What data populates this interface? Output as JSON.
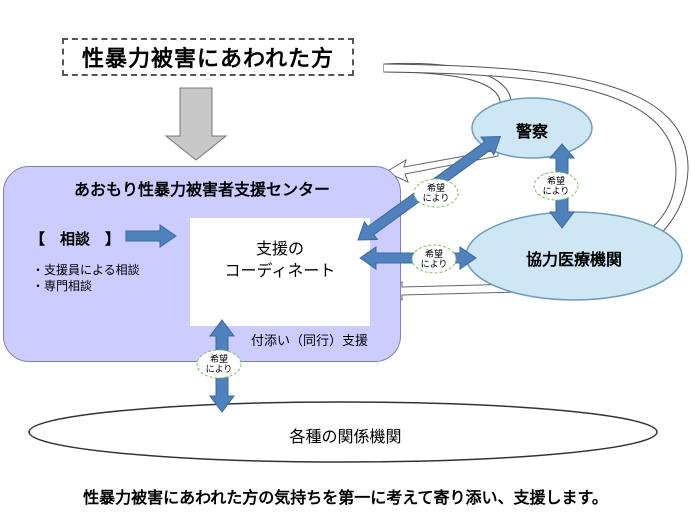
{
  "victim": {
    "label": "性暴力被害にあわれた方"
  },
  "center": {
    "title": "あおもり性暴力被害者支援センター",
    "consult_label": "【　相談　】",
    "consult_items": [
      "・支援員による相談",
      "・専門相談"
    ],
    "coordinate_line1": "支援の",
    "coordinate_line2": "コーディネート",
    "escort_label": "付添い（同行）支援"
  },
  "police": {
    "label": "警察"
  },
  "medical": {
    "label": "協力医療機関"
  },
  "others": {
    "label": "各種の関係機関"
  },
  "request_badge": {
    "line1": "希望",
    "line2": "により"
  },
  "footer": {
    "text": "性暴力被害にあわれた方の気持ちを第一に考えて寄り添い、支援します。"
  },
  "colors": {
    "center_fill": "#ccccff",
    "ellipse_fill": "#cfe7f5",
    "arrow_blue": "#4f81bd",
    "arrow_gray": "#c8c8c8",
    "badge_border": "#7fbf5f"
  }
}
